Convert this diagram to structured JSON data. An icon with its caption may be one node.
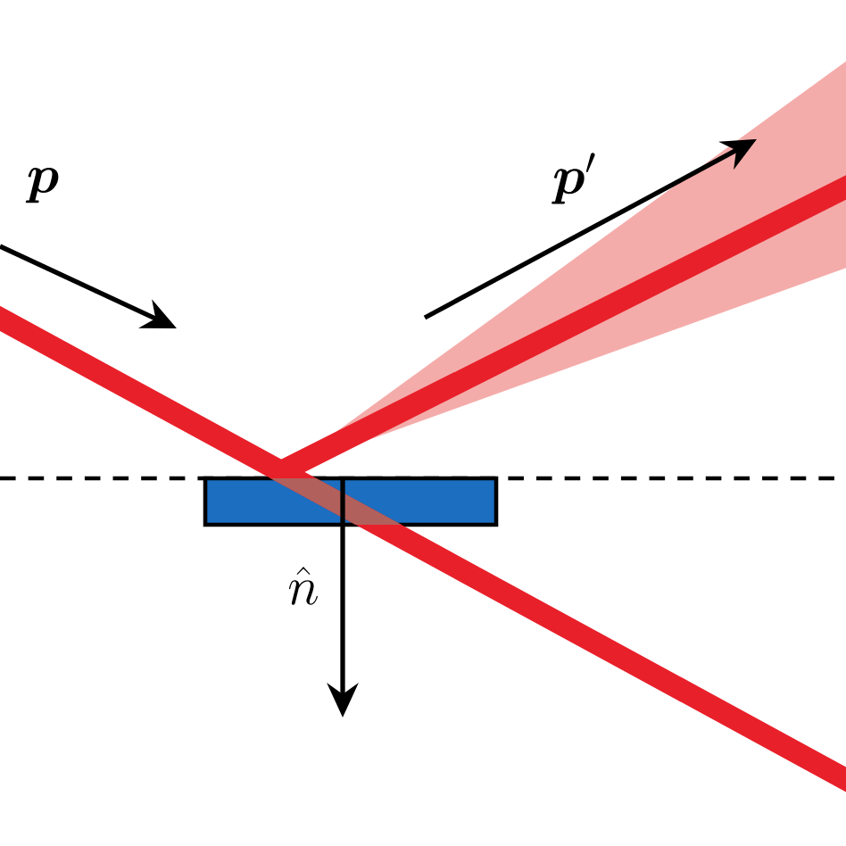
{
  "diagram": {
    "nodes": [
      {
        "text": [],
        "shape": "box"
      }
    ],
    "labels": [
      "\\boldsymbol{p}",
      "\\boldsymbol{p}'",
      "\\hat{n}"
    ]
  }
}
